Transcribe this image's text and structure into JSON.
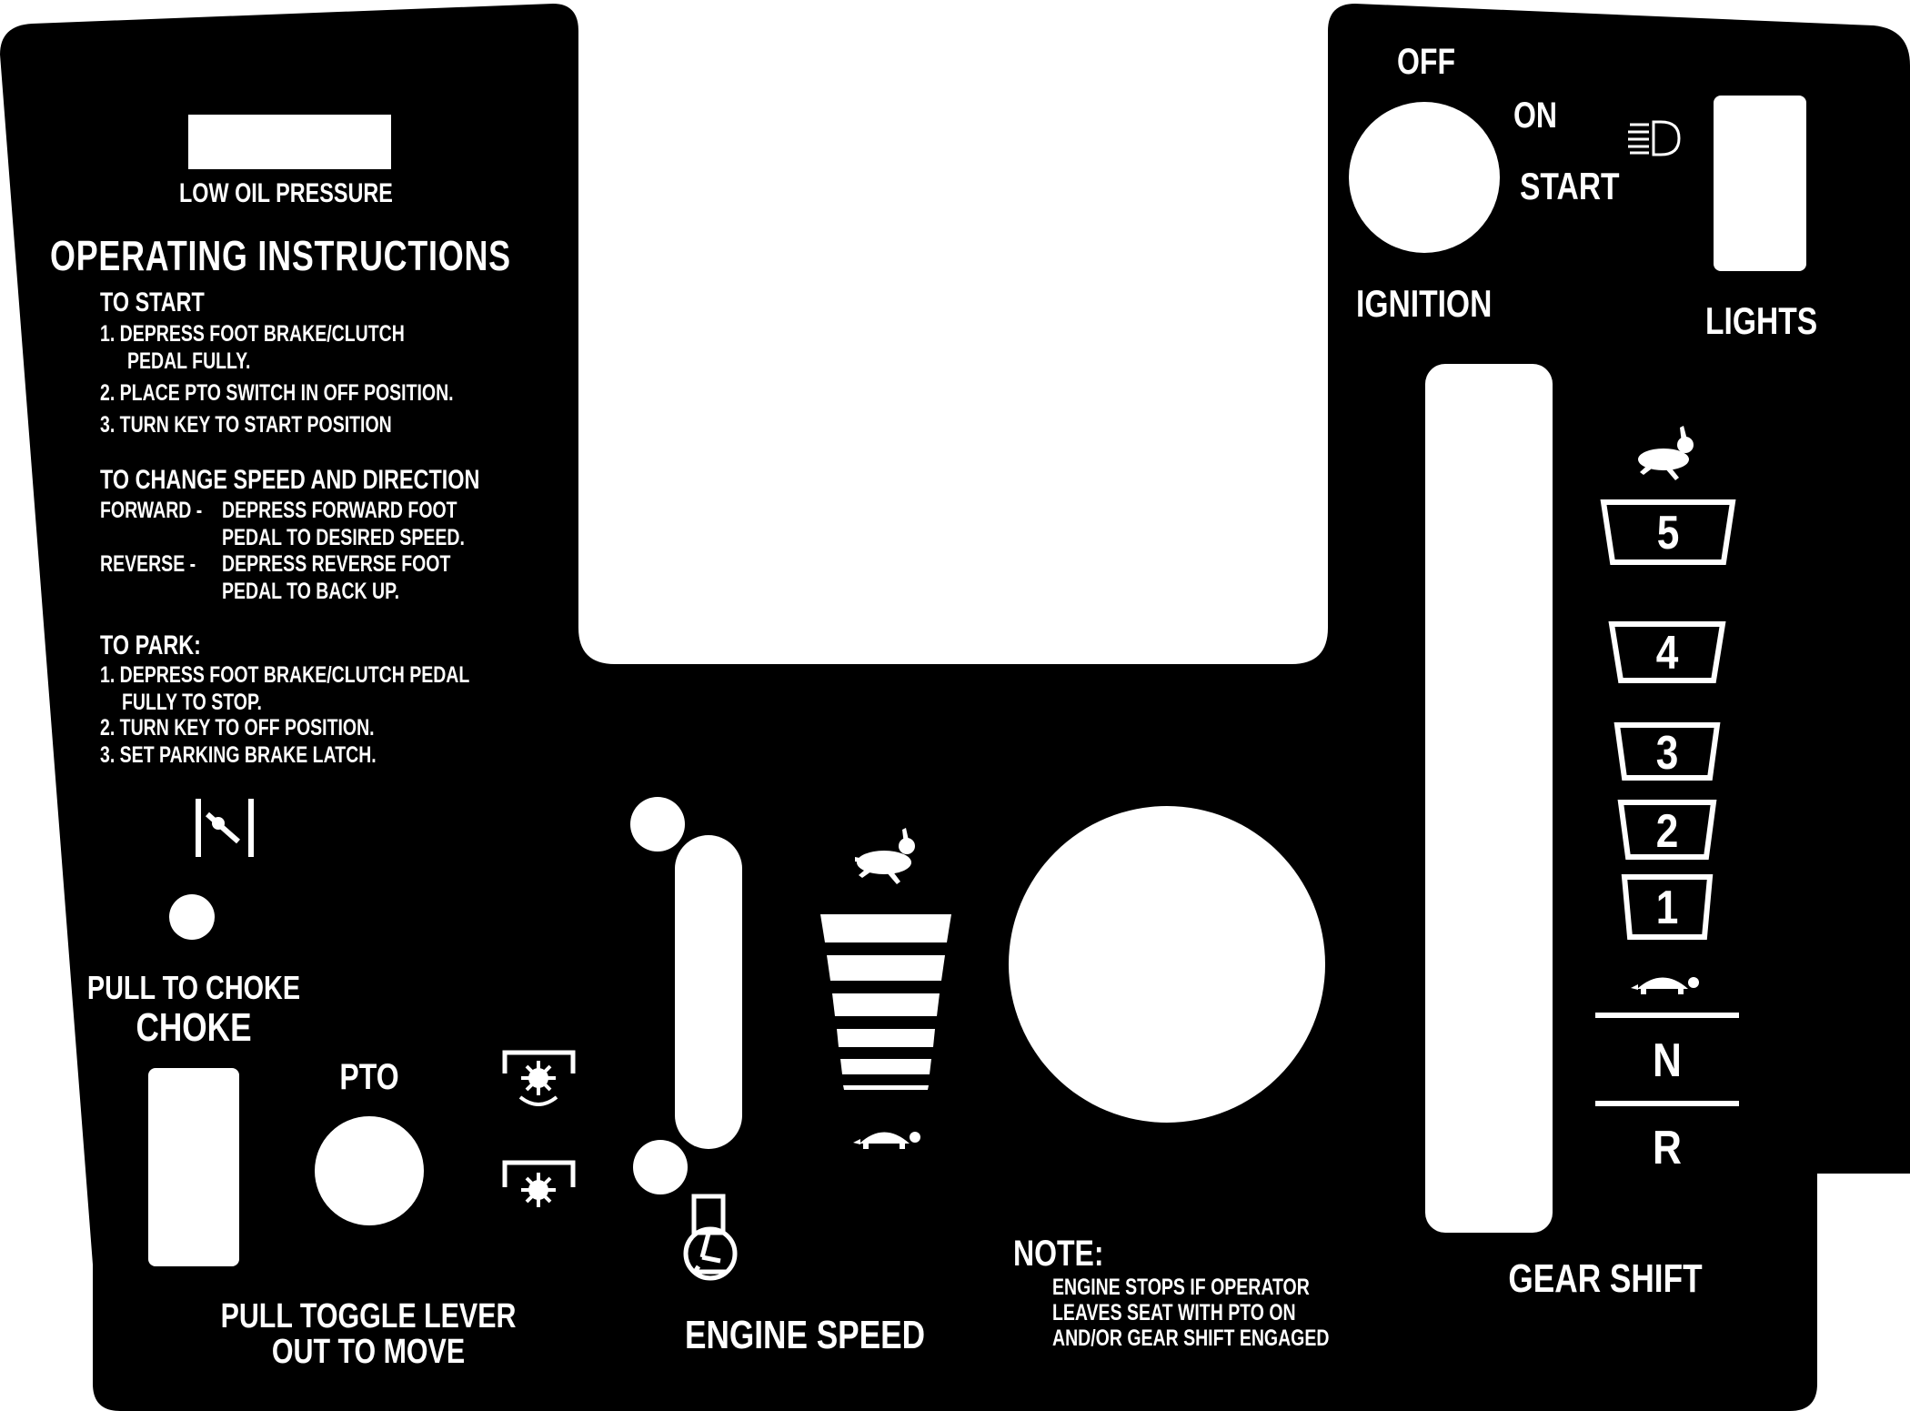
{
  "colors": {
    "panel": "#000000",
    "cutout": "#ffffff",
    "text": "#ffffff"
  },
  "warning_light": {
    "label": "LOW OIL PRESSURE"
  },
  "instructions": {
    "title": "OPERATING INSTRUCTIONS",
    "start": {
      "heading": "TO START",
      "steps": [
        "1. DEPRESS FOOT BRAKE/CLUTCH",
        "PEDAL FULLY.",
        "2. PLACE PTO SWITCH IN OFF POSITION.",
        "3. TURN KEY TO START POSITION"
      ]
    },
    "speed": {
      "heading": "TO CHANGE SPEED AND DIRECTION",
      "forward_label": "FORWARD -",
      "forward_lines": [
        "DEPRESS FORWARD FOOT",
        "PEDAL TO DESIRED SPEED."
      ],
      "reverse_label": "REVERSE  -",
      "reverse_lines": [
        "DEPRESS REVERSE FOOT",
        "PEDAL TO BACK UP."
      ]
    },
    "park": {
      "heading": "TO PARK:",
      "steps": [
        "1. DEPRESS FOOT BRAKE/CLUTCH PEDAL",
        "FULLY TO STOP.",
        "2. TURN KEY TO OFF POSITION.",
        "3. SET PARKING BRAKE LATCH."
      ]
    }
  },
  "choke": {
    "pull_label": "PULL TO CHOKE",
    "label": "CHOKE",
    "icon": "choke-icon"
  },
  "pto": {
    "label": "PTO",
    "engage_icon": "pto-engage-icon",
    "disengage_icon": "pto-disengage-icon"
  },
  "toggle": {
    "line1": "PULL TOGGLE LEVER",
    "line2": "OUT TO MOVE"
  },
  "engine_speed": {
    "label": "ENGINE SPEED",
    "fast_icon": "rabbit-icon",
    "slow_icon": "turtle-icon",
    "governor_icon": "engine-governor-icon"
  },
  "note": {
    "title": "NOTE:",
    "lines": [
      "ENGINE STOPS IF OPERATOR",
      "LEAVES SEAT WITH PTO ON",
      "AND/OR GEAR SHIFT ENGAGED"
    ]
  },
  "ignition": {
    "label": "IGNITION",
    "off": "OFF",
    "on": "ON",
    "start": "START"
  },
  "lights": {
    "label": "LIGHTS",
    "icon": "headlight-icon"
  },
  "gear_shift": {
    "label": "GEAR SHIFT",
    "gears": [
      "5",
      "4",
      "3",
      "2",
      "1"
    ],
    "neutral": "N",
    "reverse": "R",
    "fast_icon": "rabbit-icon",
    "slow_icon": "turtle-icon"
  }
}
